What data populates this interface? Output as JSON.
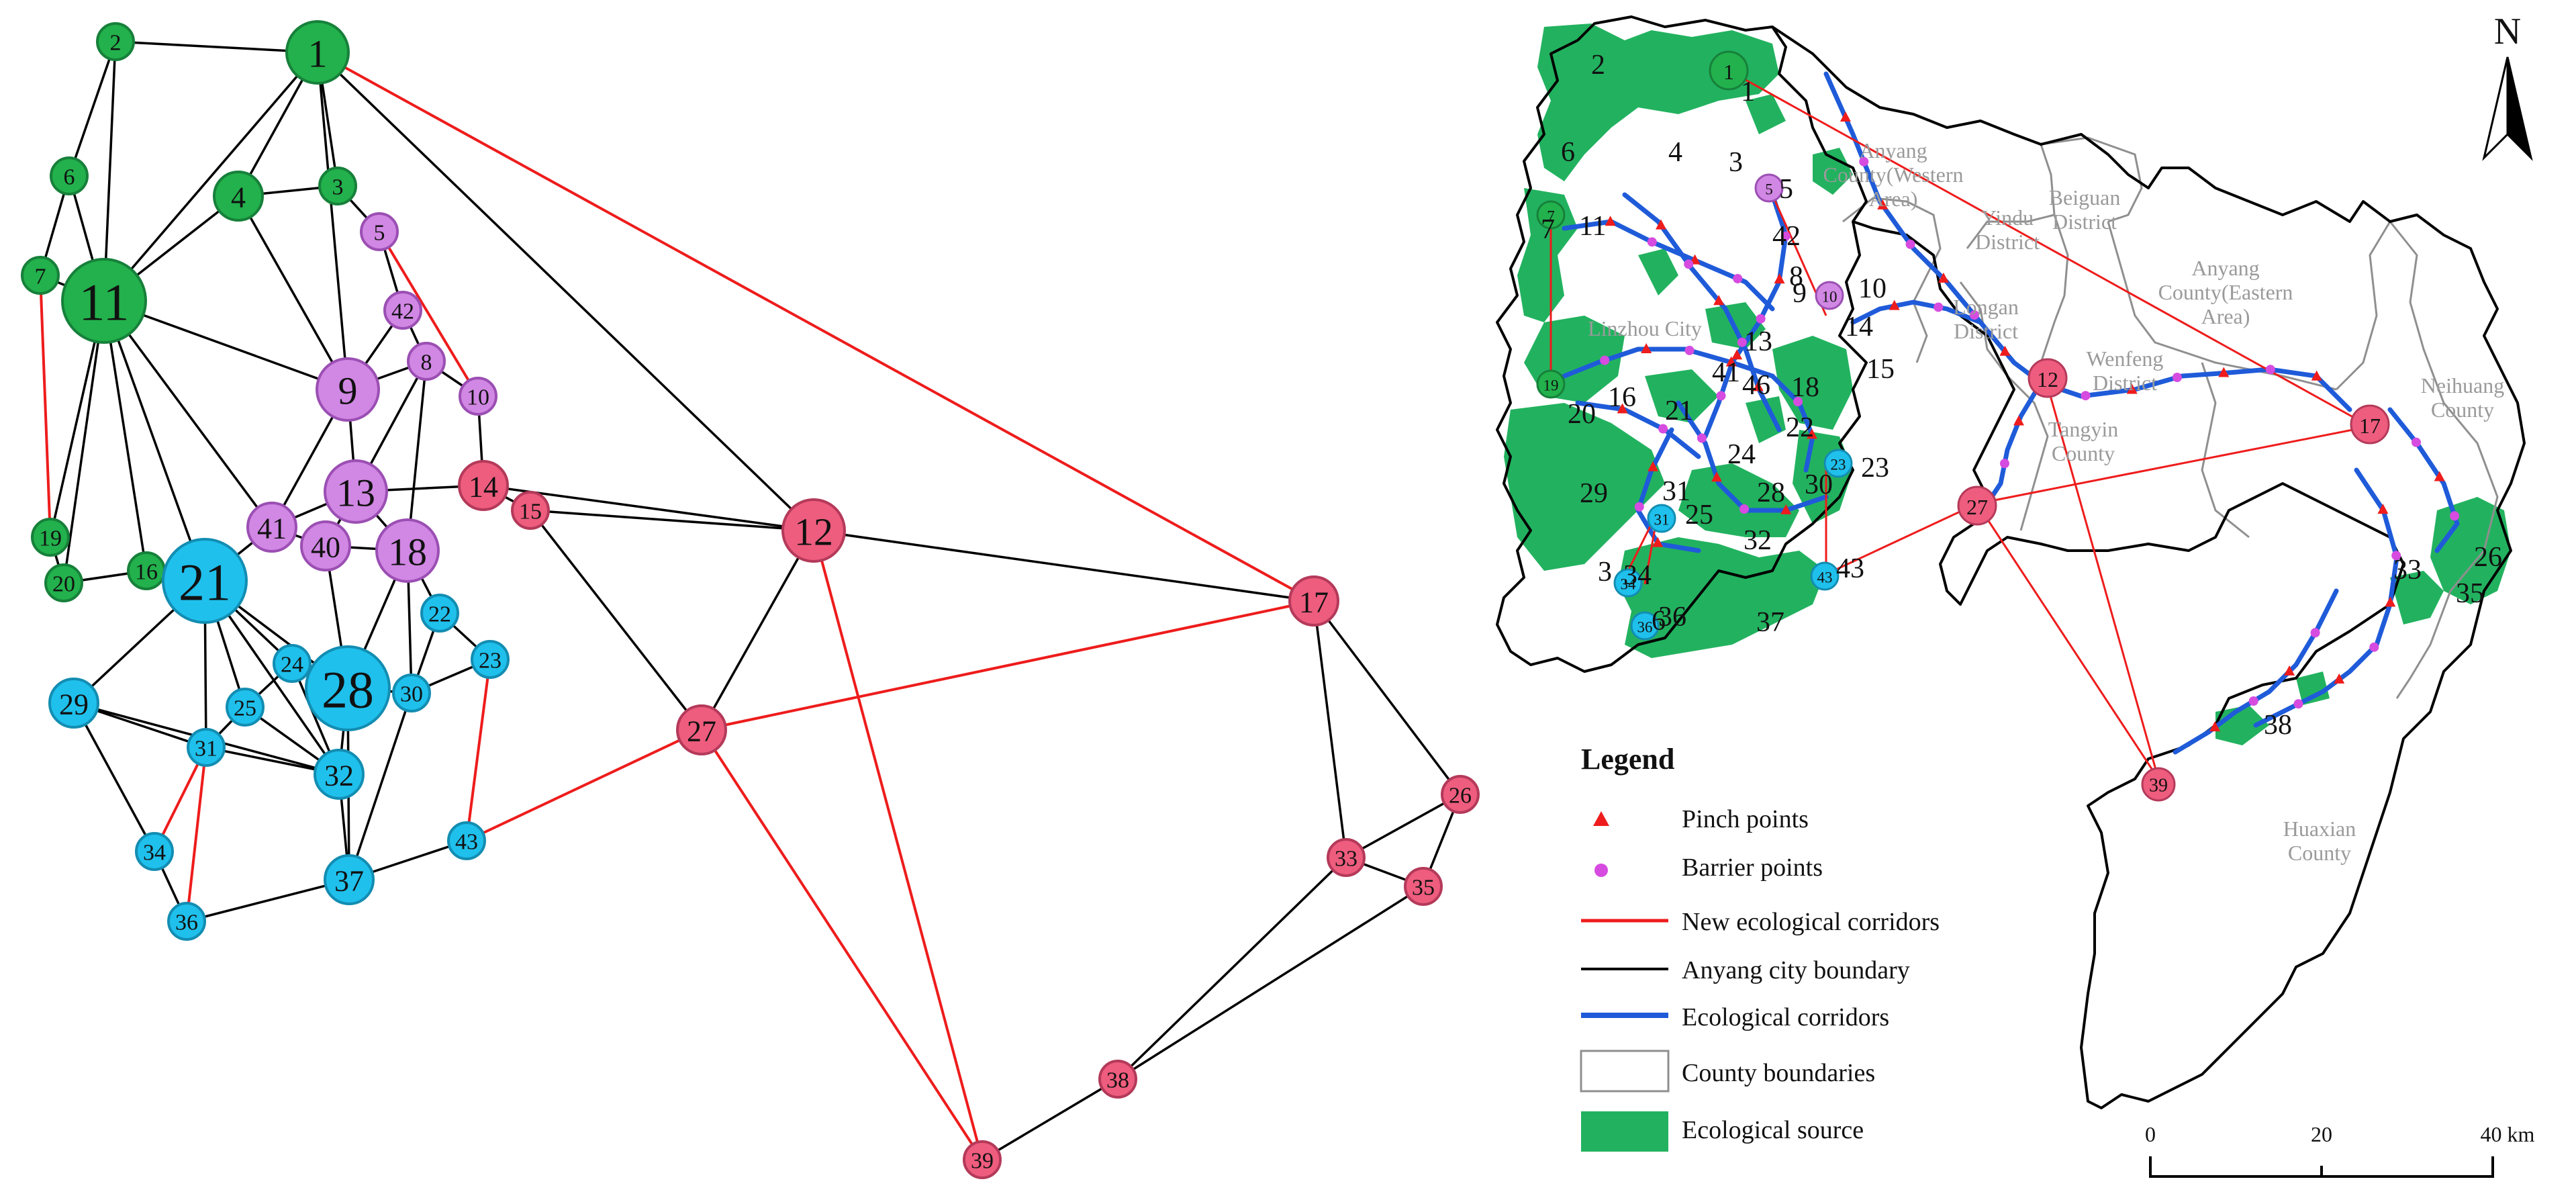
{
  "colors": {
    "green": "#22b14c",
    "green_stroke": "#17803a",
    "purple": "#d187e4",
    "purple_stroke": "#9b4fb3",
    "cyan": "#1fc0ec",
    "cyan_stroke": "#138db2",
    "pink": "#ee5c7e",
    "pink_stroke": "#b43a5a",
    "new_corridor": "#ee1c1c",
    "eco_corridor": "#1f5bd9",
    "eco_source": "#22b25f",
    "boundary": "#000000",
    "county_boundary": "#8f8f8f"
  },
  "network": {
    "nodes": [
      {
        "id": "1",
        "group": "green",
        "size": "large"
      },
      {
        "id": "2",
        "group": "green",
        "size": "small"
      },
      {
        "id": "3",
        "group": "green",
        "size": "small"
      },
      {
        "id": "4",
        "group": "green",
        "size": "medium"
      },
      {
        "id": "6",
        "group": "green",
        "size": "small"
      },
      {
        "id": "7",
        "group": "green",
        "size": "small"
      },
      {
        "id": "11",
        "group": "green",
        "size": "xlarge"
      },
      {
        "id": "16",
        "group": "green",
        "size": "small"
      },
      {
        "id": "19",
        "group": "green",
        "size": "small"
      },
      {
        "id": "20",
        "group": "green",
        "size": "small"
      },
      {
        "id": "5",
        "group": "purple",
        "size": "small"
      },
      {
        "id": "8",
        "group": "purple",
        "size": "small"
      },
      {
        "id": "9",
        "group": "purple",
        "size": "large"
      },
      {
        "id": "10",
        "group": "purple",
        "size": "small"
      },
      {
        "id": "13",
        "group": "purple",
        "size": "large"
      },
      {
        "id": "18",
        "group": "purple",
        "size": "large"
      },
      {
        "id": "40",
        "group": "purple",
        "size": "medium"
      },
      {
        "id": "41",
        "group": "purple",
        "size": "medium"
      },
      {
        "id": "42",
        "group": "purple",
        "size": "small"
      },
      {
        "id": "21",
        "group": "cyan",
        "size": "xlarge"
      },
      {
        "id": "22",
        "group": "cyan",
        "size": "small"
      },
      {
        "id": "23",
        "group": "cyan",
        "size": "small"
      },
      {
        "id": "24",
        "group": "cyan",
        "size": "small"
      },
      {
        "id": "25",
        "group": "cyan",
        "size": "small"
      },
      {
        "id": "28",
        "group": "cyan",
        "size": "xlarge"
      },
      {
        "id": "29",
        "group": "cyan",
        "size": "medium"
      },
      {
        "id": "30",
        "group": "cyan",
        "size": "small"
      },
      {
        "id": "31",
        "group": "cyan",
        "size": "small"
      },
      {
        "id": "32",
        "group": "cyan",
        "size": "medium"
      },
      {
        "id": "34",
        "group": "cyan",
        "size": "small"
      },
      {
        "id": "36",
        "group": "cyan",
        "size": "small"
      },
      {
        "id": "37",
        "group": "cyan",
        "size": "medium"
      },
      {
        "id": "43",
        "group": "cyan",
        "size": "small"
      },
      {
        "id": "12",
        "group": "pink",
        "size": "large"
      },
      {
        "id": "14",
        "group": "pink",
        "size": "medium"
      },
      {
        "id": "15",
        "group": "pink",
        "size": "small"
      },
      {
        "id": "17",
        "group": "pink",
        "size": "medium"
      },
      {
        "id": "26",
        "group": "pink",
        "size": "small"
      },
      {
        "id": "27",
        "group": "pink",
        "size": "medium"
      },
      {
        "id": "33",
        "group": "pink",
        "size": "small"
      },
      {
        "id": "35",
        "group": "pink",
        "size": "small"
      },
      {
        "id": "38",
        "group": "pink",
        "size": "small"
      },
      {
        "id": "39",
        "group": "pink",
        "size": "small"
      }
    ],
    "edges": [
      {
        "s": "1",
        "t": "2",
        "type": "existing"
      },
      {
        "s": "1",
        "t": "11",
        "type": "existing"
      },
      {
        "s": "1",
        "t": "4",
        "type": "existing"
      },
      {
        "s": "1",
        "t": "3",
        "type": "existing"
      },
      {
        "s": "1",
        "t": "9",
        "type": "existing"
      },
      {
        "s": "1",
        "t": "12",
        "type": "existing"
      },
      {
        "s": "1",
        "t": "17",
        "type": "new"
      },
      {
        "s": "2",
        "t": "6",
        "type": "existing"
      },
      {
        "s": "2",
        "t": "11",
        "type": "existing"
      },
      {
        "s": "6",
        "t": "7",
        "type": "existing"
      },
      {
        "s": "6",
        "t": "11",
        "type": "existing"
      },
      {
        "s": "7",
        "t": "11",
        "type": "existing"
      },
      {
        "s": "7",
        "t": "19",
        "type": "new"
      },
      {
        "s": "4",
        "t": "11",
        "type": "existing"
      },
      {
        "s": "4",
        "t": "3",
        "type": "existing"
      },
      {
        "s": "4",
        "t": "9",
        "type": "existing"
      },
      {
        "s": "3",
        "t": "5",
        "type": "existing"
      },
      {
        "s": "11",
        "t": "9",
        "type": "existing"
      },
      {
        "s": "11",
        "t": "41",
        "type": "existing"
      },
      {
        "s": "11",
        "t": "21",
        "type": "existing"
      },
      {
        "s": "11",
        "t": "16",
        "type": "existing"
      },
      {
        "s": "11",
        "t": "19",
        "type": "existing"
      },
      {
        "s": "11",
        "t": "20",
        "type": "existing"
      },
      {
        "s": "19",
        "t": "20",
        "type": "existing"
      },
      {
        "s": "20",
        "t": "16",
        "type": "existing"
      },
      {
        "s": "16",
        "t": "21",
        "type": "existing"
      },
      {
        "s": "5",
        "t": "42",
        "type": "existing"
      },
      {
        "s": "5",
        "t": "10",
        "type": "new"
      },
      {
        "s": "42",
        "t": "9",
        "type": "existing"
      },
      {
        "s": "42",
        "t": "8",
        "type": "existing"
      },
      {
        "s": "8",
        "t": "9",
        "type": "existing"
      },
      {
        "s": "8",
        "t": "10",
        "type": "existing"
      },
      {
        "s": "8",
        "t": "13",
        "type": "existing"
      },
      {
        "s": "8",
        "t": "18",
        "type": "existing"
      },
      {
        "s": "10",
        "t": "14",
        "type": "existing"
      },
      {
        "s": "9",
        "t": "13",
        "type": "existing"
      },
      {
        "s": "9",
        "t": "41",
        "type": "existing"
      },
      {
        "s": "13",
        "t": "14",
        "type": "existing"
      },
      {
        "s": "13",
        "t": "41",
        "type": "existing"
      },
      {
        "s": "13",
        "t": "40",
        "type": "existing"
      },
      {
        "s": "13",
        "t": "18",
        "type": "existing"
      },
      {
        "s": "41",
        "t": "40",
        "type": "existing"
      },
      {
        "s": "41",
        "t": "21",
        "type": "existing"
      },
      {
        "s": "40",
        "t": "18",
        "type": "existing"
      },
      {
        "s": "40",
        "t": "28",
        "type": "existing"
      },
      {
        "s": "18",
        "t": "22",
        "type": "existing"
      },
      {
        "s": "18",
        "t": "28",
        "type": "existing"
      },
      {
        "s": "18",
        "t": "30",
        "type": "existing"
      },
      {
        "s": "14",
        "t": "15",
        "type": "existing"
      },
      {
        "s": "14",
        "t": "12",
        "type": "existing"
      },
      {
        "s": "15",
        "t": "12",
        "type": "existing"
      },
      {
        "s": "15",
        "t": "27",
        "type": "existing"
      },
      {
        "s": "12",
        "t": "27",
        "type": "existing"
      },
      {
        "s": "12",
        "t": "17",
        "type": "existing"
      },
      {
        "s": "12",
        "t": "39",
        "type": "new"
      },
      {
        "s": "27",
        "t": "17",
        "type": "new"
      },
      {
        "s": "27",
        "t": "39",
        "type": "new"
      },
      {
        "s": "27",
        "t": "43",
        "type": "new"
      },
      {
        "s": "17",
        "t": "26",
        "type": "existing"
      },
      {
        "s": "17",
        "t": "33",
        "type": "existing"
      },
      {
        "s": "26",
        "t": "33",
        "type": "existing"
      },
      {
        "s": "26",
        "t": "35",
        "type": "existing"
      },
      {
        "s": "33",
        "t": "35",
        "type": "existing"
      },
      {
        "s": "33",
        "t": "38",
        "type": "existing"
      },
      {
        "s": "35",
        "t": "38",
        "type": "existing"
      },
      {
        "s": "38",
        "t": "39",
        "type": "existing"
      },
      {
        "s": "21",
        "t": "29",
        "type": "existing"
      },
      {
        "s": "21",
        "t": "25",
        "type": "existing"
      },
      {
        "s": "21",
        "t": "24",
        "type": "existing"
      },
      {
        "s": "21",
        "t": "28",
        "type": "existing"
      },
      {
        "s": "21",
        "t": "32",
        "type": "existing"
      },
      {
        "s": "21",
        "t": "31",
        "type": "existing"
      },
      {
        "s": "29",
        "t": "31",
        "type": "existing"
      },
      {
        "s": "29",
        "t": "32",
        "type": "existing"
      },
      {
        "s": "29",
        "t": "34",
        "type": "existing"
      },
      {
        "s": "31",
        "t": "25",
        "type": "existing"
      },
      {
        "s": "31",
        "t": "32",
        "type": "existing"
      },
      {
        "s": "31",
        "t": "34",
        "type": "new"
      },
      {
        "s": "31",
        "t": "36",
        "type": "new"
      },
      {
        "s": "34",
        "t": "36",
        "type": "existing"
      },
      {
        "s": "36",
        "t": "37",
        "type": "existing"
      },
      {
        "s": "25",
        "t": "24",
        "type": "existing"
      },
      {
        "s": "25",
        "t": "32",
        "type": "existing"
      },
      {
        "s": "24",
        "t": "28",
        "type": "existing"
      },
      {
        "s": "24",
        "t": "32",
        "type": "existing"
      },
      {
        "s": "28",
        "t": "30",
        "type": "existing"
      },
      {
        "s": "28",
        "t": "32",
        "type": "existing"
      },
      {
        "s": "28",
        "t": "37",
        "type": "existing"
      },
      {
        "s": "22",
        "t": "30",
        "type": "existing"
      },
      {
        "s": "22",
        "t": "23",
        "type": "existing"
      },
      {
        "s": "23",
        "t": "30",
        "type": "existing"
      },
      {
        "s": "23",
        "t": "43",
        "type": "new"
      },
      {
        "s": "30",
        "t": "37",
        "type": "existing"
      },
      {
        "s": "32",
        "t": "37",
        "type": "existing"
      },
      {
        "s": "37",
        "t": "43",
        "type": "existing"
      }
    ]
  },
  "map": {
    "north_label": "N",
    "source_labels": [
      "2",
      "4",
      "3",
      "5",
      "6",
      "7",
      "11",
      "42",
      "8",
      "9",
      "10",
      "14",
      "13",
      "15",
      "18",
      "41",
      "46",
      "16",
      "21",
      "20",
      "22",
      "23",
      "24",
      "28",
      "30",
      "29",
      "31",
      "25",
      "32",
      "3",
      "34",
      "36",
      "6",
      "37",
      "43",
      "1"
    ],
    "source_labels_note_free": true,
    "pink_map_nodes": [
      "12",
      "27",
      "17",
      "39"
    ],
    "green_map_nodes": [
      "1",
      "7",
      "19"
    ],
    "purple_map_nodes": [
      "5",
      "10"
    ],
    "cyan_map_nodes": [
      "23",
      "31",
      "34",
      "36",
      "43"
    ],
    "extra_labels": [
      "26",
      "33",
      "35",
      "38"
    ],
    "county_labels": [
      {
        "lines": [
          "Anyang",
          "County(Western",
          "Area)"
        ]
      },
      {
        "lines": [
          "Beiguan",
          "District"
        ]
      },
      {
        "lines": [
          "Yindu",
          "District"
        ]
      },
      {
        "lines": [
          "Anyang",
          "County(Eastern",
          "Area)"
        ]
      },
      {
        "lines": [
          "Linzhou City"
        ]
      },
      {
        "lines": [
          "Longan",
          "District"
        ]
      },
      {
        "lines": [
          "Wenfeng",
          "District"
        ]
      },
      {
        "lines": [
          "Tangyin",
          "County"
        ]
      },
      {
        "lines": [
          "Neihuang",
          "County"
        ]
      },
      {
        "lines": [
          "Huaxian",
          "County"
        ]
      }
    ],
    "legend": {
      "title": "Legend",
      "items": [
        {
          "key": "pinch",
          "label": "Pinch points"
        },
        {
          "key": "barrier",
          "label": "Barrier points"
        },
        {
          "key": "new",
          "label": "New ecological corridors"
        },
        {
          "key": "city",
          "label": "Anyang city boundary"
        },
        {
          "key": "eco",
          "label": "Ecological corridors"
        },
        {
          "key": "county",
          "label": "County boundaries"
        },
        {
          "key": "source",
          "label": "Ecological source"
        }
      ]
    },
    "scale": {
      "ticks": [
        "0",
        "20",
        "40 km"
      ]
    }
  }
}
